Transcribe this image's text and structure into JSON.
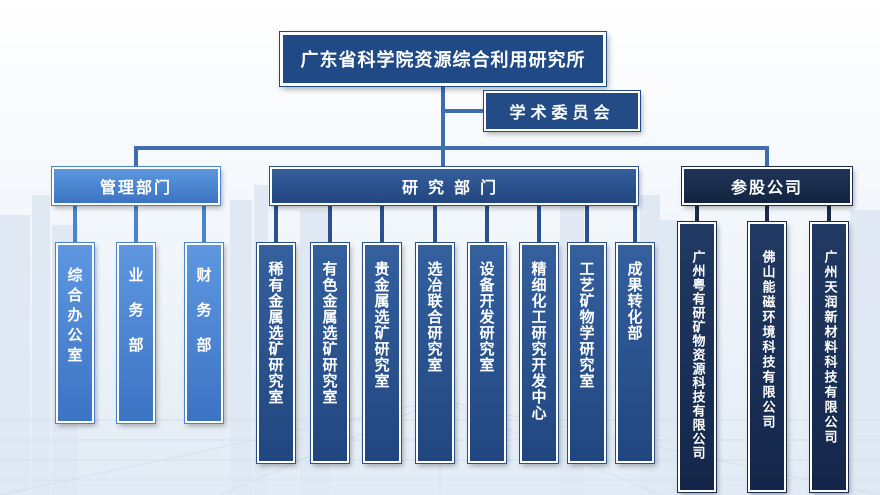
{
  "root": {
    "label": "广东省科学院资源综合利用研究所"
  },
  "committee": {
    "label": "学术委员会"
  },
  "groups": {
    "management": {
      "label": "管理部门",
      "units": [
        "综合办公室",
        "业务部",
        "财务部"
      ]
    },
    "research": {
      "label": "研究部门",
      "units": [
        "稀有金属选矿研究室",
        "有色金属选矿研究室",
        "贵金属选矿研究室",
        "选冶联合研究室",
        "设备开发研究室",
        "精细化工研究开发中心",
        "工艺矿物学研究室",
        "成果转化部"
      ]
    },
    "holding": {
      "label": "参股公司",
      "units": [
        "广州粤有研矿物资源科技有限公司",
        "佛山能磁环境科技有限公司",
        "广州天润新材料科技有限公司"
      ]
    }
  },
  "colors": {
    "root": "#1f4a86",
    "management": "#4a83cf",
    "research": "#2a5090",
    "holding": "#1a2d4d",
    "connector": "#3f6db0"
  }
}
